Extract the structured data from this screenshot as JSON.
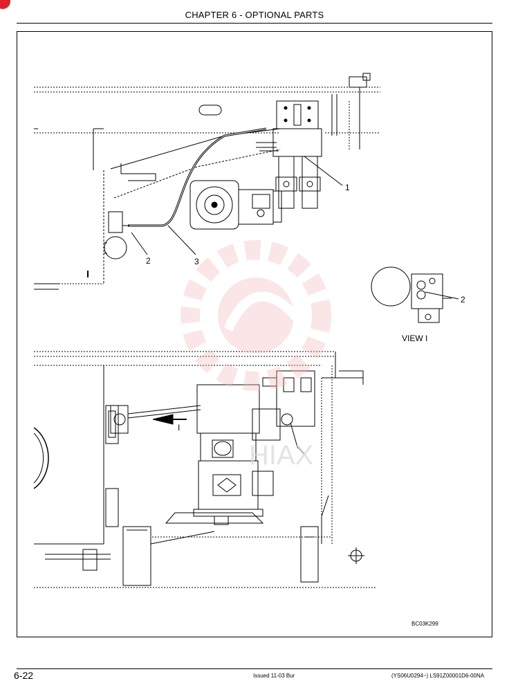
{
  "header": {
    "title": "CHAPTER 6 - OPTIONAL PARTS"
  },
  "drawing": {
    "callouts": [
      "1",
      "2",
      "3"
    ],
    "view_callout": "2",
    "view_label": "VIEW I",
    "arrow_label": "I",
    "figure_code": "BC03K299",
    "watermark_text": "HIAX"
  },
  "footer": {
    "page_number": "6-22",
    "issued": "Issued 11-03   Bur",
    "doc_id": "(YS06U0294~)   LS91Z00001D6-00NA"
  },
  "colors": {
    "ink": "#000000",
    "watermark": "#f2b8b8",
    "corner_mark": "#e0202a"
  }
}
